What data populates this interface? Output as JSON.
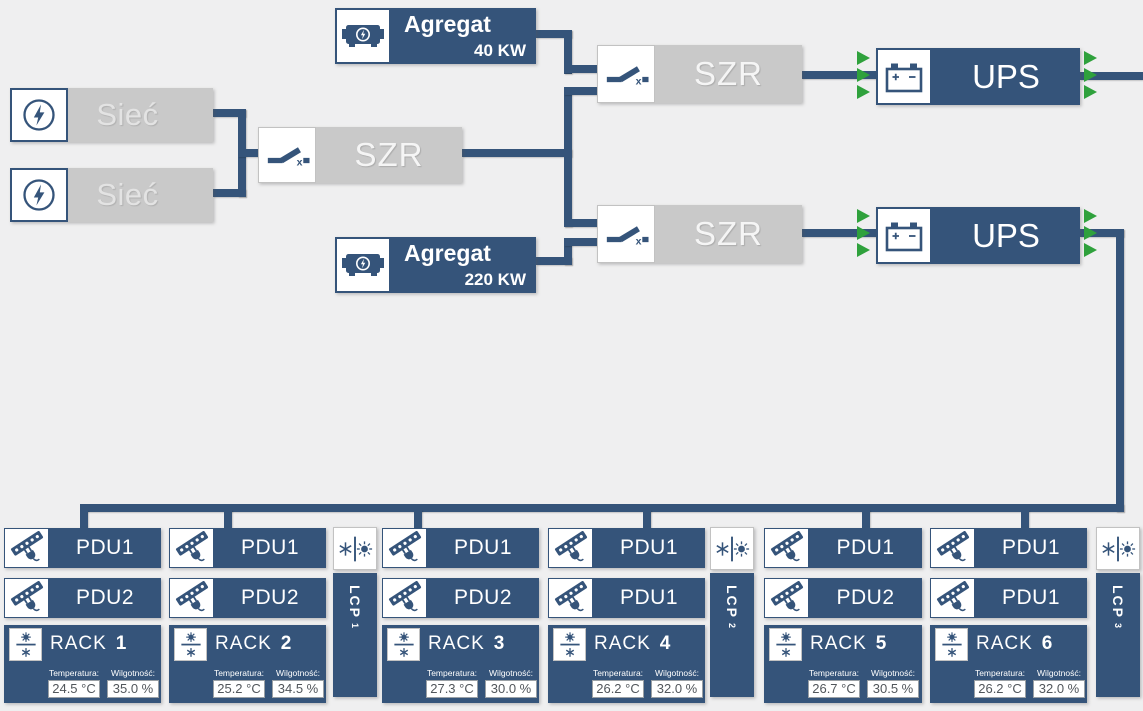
{
  "colors": {
    "navy": "#35547a",
    "gray": "#c9c9c9",
    "green": "#2fa13c",
    "background": "#efeff0"
  },
  "diagram": {
    "grid1": {
      "label": "Sieć"
    },
    "grid2": {
      "label": "Sieć"
    },
    "szr_main": {
      "label": "SZR"
    },
    "szr_top": {
      "label": "SZR"
    },
    "szr_bottom": {
      "label": "SZR"
    },
    "agregat_top": {
      "label": "Agregat",
      "power": "40 KW"
    },
    "agregat_bottom": {
      "label": "Agregat",
      "power": "220 KW"
    },
    "ups_top": {
      "label": "UPS"
    },
    "ups_bottom": {
      "label": "UPS"
    }
  },
  "racks_section": {
    "lcp_units": [
      {
        "label": "LCP",
        "number": "1"
      },
      {
        "label": "LCP",
        "number": "2"
      },
      {
        "label": "LCP",
        "number": "3"
      }
    ],
    "columns": [
      {
        "pdu_top": "PDU1",
        "pdu_bottom": "PDU2",
        "rack": {
          "label": "RACK",
          "number": "1",
          "temperature_label": "Temperatura:",
          "humidity_label": "Wilgotność:",
          "temperature": "24.5 °C",
          "humidity": "35.0 %"
        }
      },
      {
        "pdu_top": "PDU1",
        "pdu_bottom": "PDU2",
        "rack": {
          "label": "RACK",
          "number": "2",
          "temperature_label": "Temperatura:",
          "humidity_label": "Wilgotność:",
          "temperature": "25.2 °C",
          "humidity": "34.5 %"
        }
      },
      {
        "pdu_top": "PDU1",
        "pdu_bottom": "PDU2",
        "rack": {
          "label": "RACK",
          "number": "3",
          "temperature_label": "Temperatura:",
          "humidity_label": "Wilgotność:",
          "temperature": "27.3 °C",
          "humidity": "30.0 %"
        }
      },
      {
        "pdu_top": "PDU1",
        "pdu_bottom": "PDU1",
        "rack": {
          "label": "RACK",
          "number": "4",
          "temperature_label": "Temperatura:",
          "humidity_label": "Wilgotność:",
          "temperature": "26.2 °C",
          "humidity": "32.0 %"
        }
      },
      {
        "pdu_top": "PDU1",
        "pdu_bottom": "PDU2",
        "rack": {
          "label": "RACK",
          "number": "5",
          "temperature_label": "Temperatura:",
          "humidity_label": "Wilgotność:",
          "temperature": "26.7 °C",
          "humidity": "30.5 %"
        }
      },
      {
        "pdu_top": "PDU1",
        "pdu_bottom": "PDU1",
        "rack": {
          "label": "RACK",
          "number": "6",
          "temperature_label": "Temperatura:",
          "humidity_label": "Wilgotność:",
          "temperature": "26.2 °C",
          "humidity": "32.0 %"
        }
      }
    ]
  }
}
